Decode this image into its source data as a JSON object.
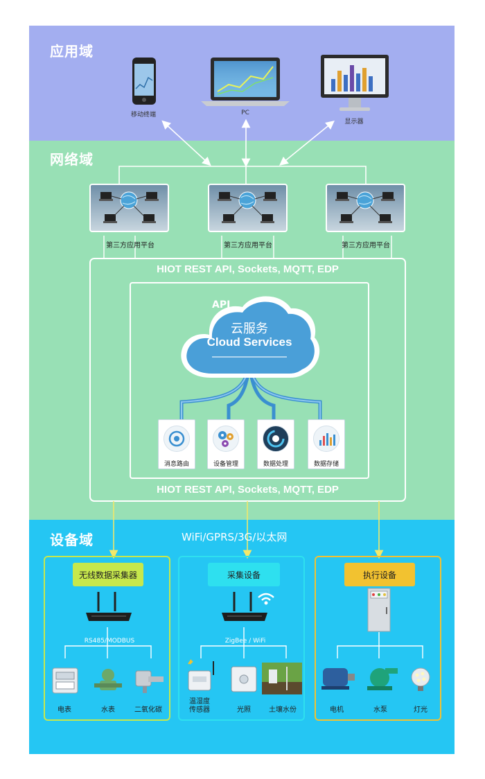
{
  "domains": {
    "app": "应用域",
    "network": "网络域",
    "device": "设备域"
  },
  "app_devices": [
    {
      "label": "移动终端",
      "icon": "phone-icon"
    },
    {
      "label": "PC",
      "icon": "laptop-icon"
    },
    {
      "label": "显示器",
      "icon": "monitor-icon"
    }
  ],
  "platforms": [
    {
      "label": "第三方应用平台"
    },
    {
      "label": "第三方应用平台"
    },
    {
      "label": "第三方应用平台"
    }
  ],
  "api_top": "HIOT REST API, Sockets, MQTT, EDP",
  "api_bottom": "HIOT REST API, Sockets, MQTT, EDP",
  "cloud": {
    "api_tag": "API",
    "title_cn": "云服务",
    "title_en": "Cloud Services"
  },
  "services": [
    {
      "label": "消息路由",
      "icon": "message-route-icon"
    },
    {
      "label": "设备管理",
      "icon": "gears-icon"
    },
    {
      "label": "数据处理",
      "icon": "data-process-icon"
    },
    {
      "label": "数据存储",
      "icon": "data-storage-icon"
    }
  ],
  "network_protocols": "WiFi/GPRS/3G/以太网",
  "device_groups": [
    {
      "title": "无线数据采集器",
      "bus": "RS485/MODBUS",
      "leaves": [
        "电表",
        "水表",
        "二氧化碳"
      ],
      "color": "#c7e84c"
    },
    {
      "title": "采集设备",
      "bus": "ZigBee / WiFi",
      "leaves": [
        "温湿度\n传感器",
        "光照",
        "土壤水份"
      ],
      "color": "#2ee0ef"
    },
    {
      "title": "执行设备",
      "bus": "",
      "leaves": [
        "电机",
        "水泵",
        "灯光"
      ],
      "color": "#f2c230"
    }
  ],
  "colors": {
    "app_band": "#a3aef0",
    "network_band": "#98e0b5",
    "device_band": "#25c6f3",
    "cloud": "#4a9fd8"
  }
}
